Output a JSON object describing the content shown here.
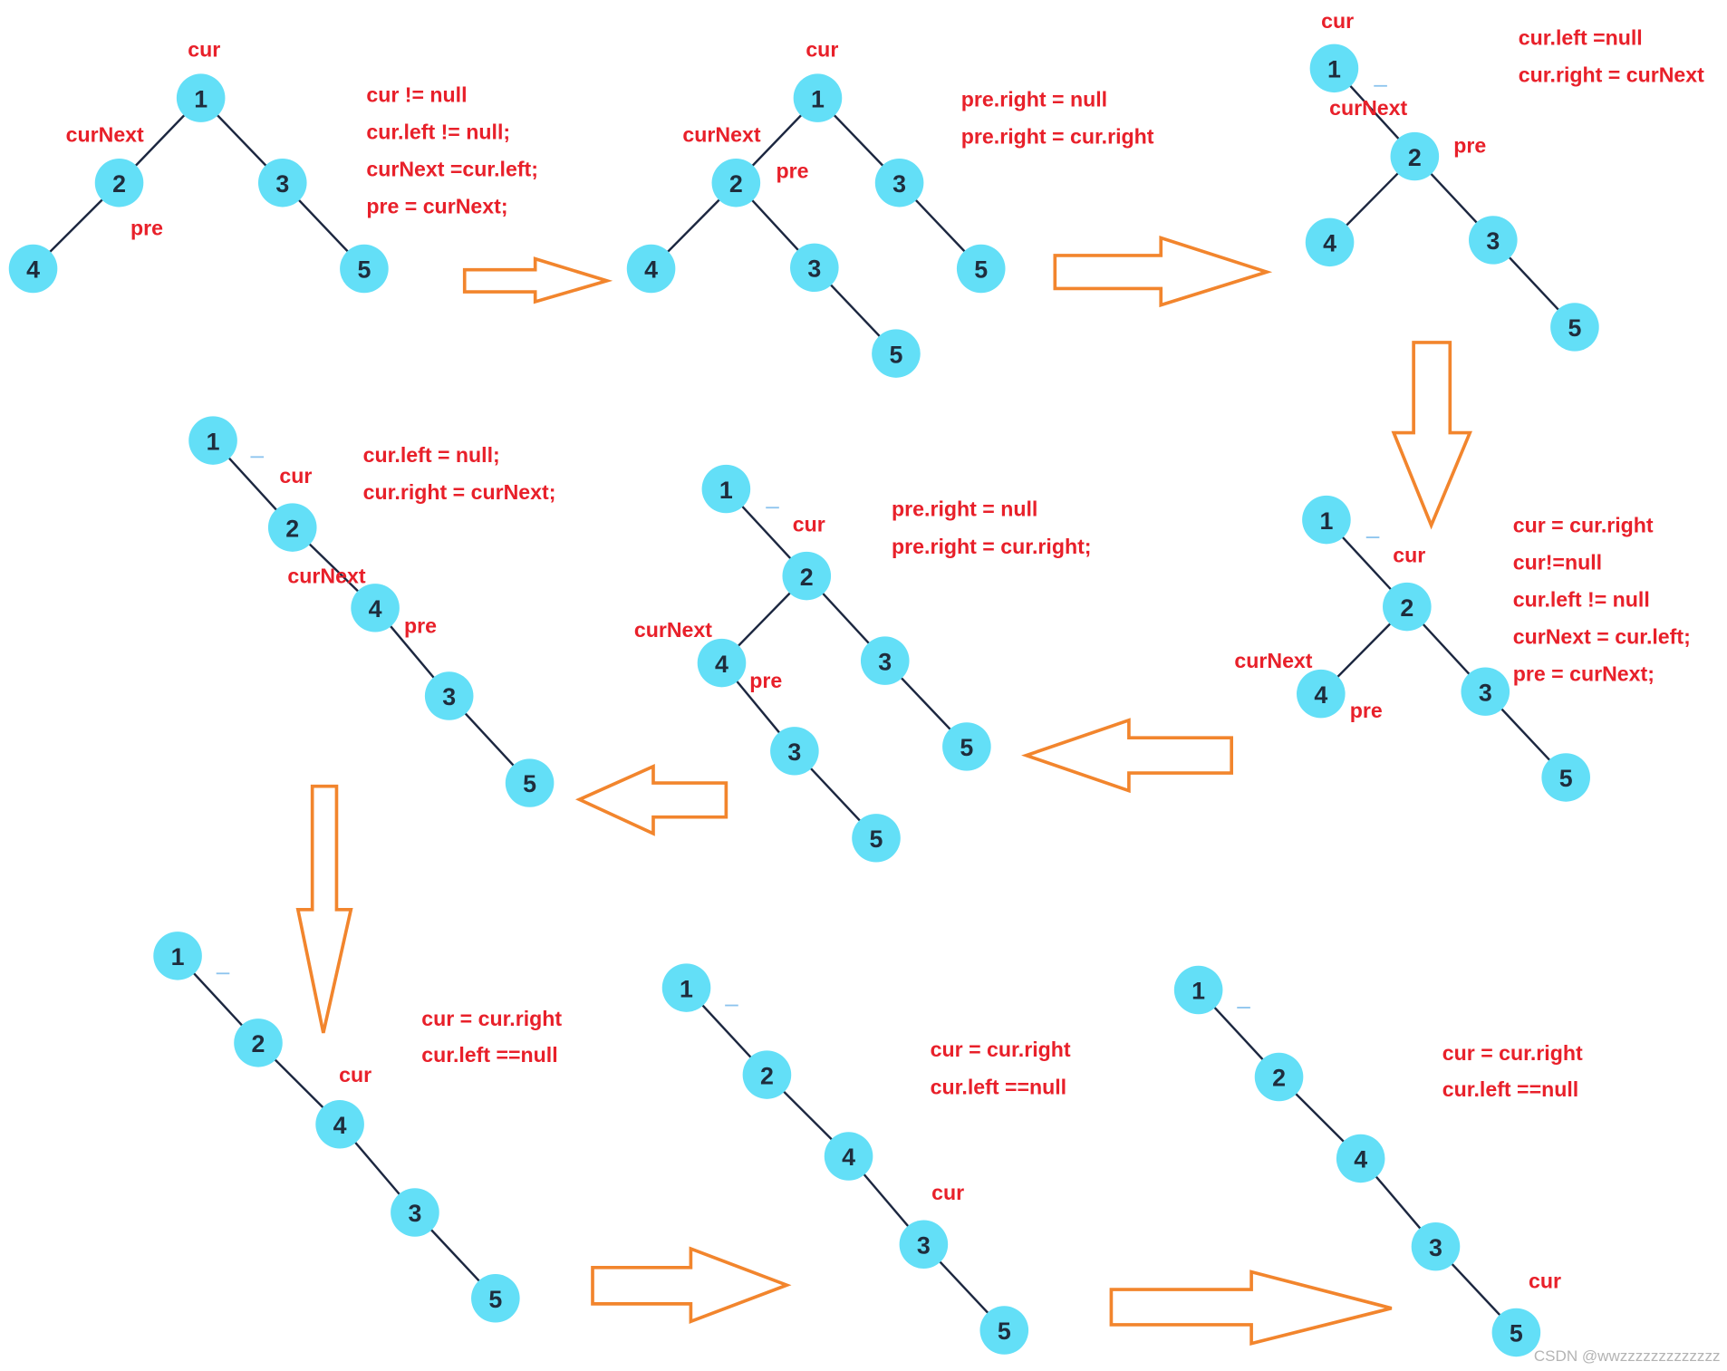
{
  "colors": {
    "node_fill": "#63dff7",
    "node_text": "#1f2d3d",
    "edge": "#1c2740",
    "label": "#e8202a",
    "arrow": "#f2852d",
    "watermark": "#b4b4b4",
    "stray_mark": "#8cc4ee"
  },
  "panels": [
    {
      "nodes": [
        "1",
        "2",
        "3",
        "4",
        "5"
      ],
      "pointers": [
        "cur",
        "curNext",
        "pre"
      ],
      "code": [
        "cur != null",
        "cur.left != null;",
        "curNext =cur.left;",
        "pre = curNext;"
      ]
    },
    {
      "nodes": [
        "1",
        "2",
        "3",
        "4",
        "3",
        "5",
        "5"
      ],
      "pointers": [
        "cur",
        "curNext",
        "pre"
      ],
      "code": [
        "pre.right = null",
        "pre.right = cur.right"
      ]
    },
    {
      "nodes": [
        "1",
        "2",
        "4",
        "3",
        "5"
      ],
      "pointers": [
        "cur",
        "curNext",
        "pre"
      ],
      "code": [
        "cur.left =null",
        "cur.right = curNext"
      ]
    },
    {
      "nodes": [
        "1",
        "2",
        "4",
        "3",
        "5"
      ],
      "pointers": [
        "cur",
        "curNext",
        "pre"
      ],
      "code": [
        "cur = cur.right",
        "cur!=null",
        "cur.left != null",
        "curNext = cur.left;",
        "pre = curNext;"
      ]
    },
    {
      "nodes": [
        "1",
        "2",
        "4",
        "3",
        "3",
        "5",
        "5"
      ],
      "pointers": [
        "cur",
        "curNext",
        "pre"
      ],
      "code": [
        "pre.right = null",
        "pre.right = cur.right;"
      ]
    },
    {
      "nodes": [
        "1",
        "2",
        "4",
        "3",
        "5"
      ],
      "pointers": [
        "cur",
        "curNext",
        "pre"
      ],
      "code": [
        "cur.left = null;",
        "cur.right = curNext;"
      ]
    },
    {
      "nodes": [
        "1",
        "2",
        "4",
        "3",
        "5"
      ],
      "pointers": [
        "cur"
      ],
      "code": [
        "cur = cur.right",
        "cur.left ==null"
      ]
    },
    {
      "nodes": [
        "1",
        "2",
        "4",
        "3",
        "5"
      ],
      "pointers": [
        "cur"
      ],
      "code": [
        "cur = cur.right",
        "cur.left ==null"
      ]
    },
    {
      "nodes": [
        "1",
        "2",
        "4",
        "3",
        "5"
      ],
      "pointers": [
        "cur"
      ],
      "code": [
        "cur = cur.right",
        "cur.left ==null"
      ]
    }
  ],
  "watermark": "CSDN @wwzzzzzzzzzzzzz"
}
